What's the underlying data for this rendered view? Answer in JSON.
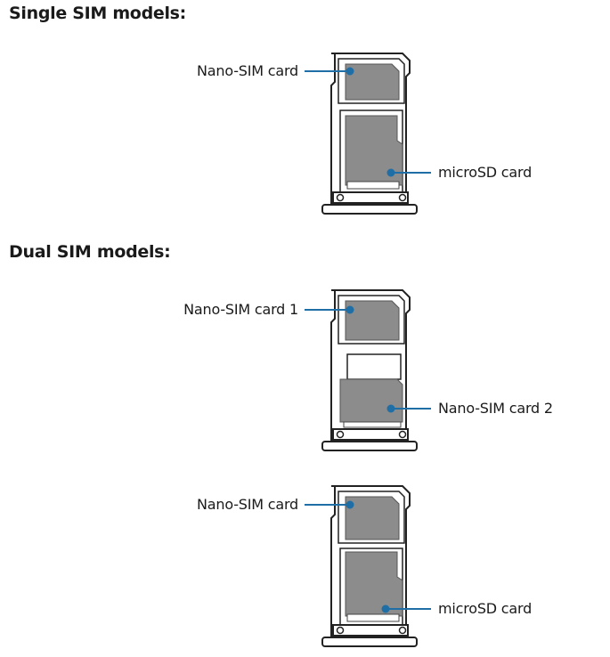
{
  "headings": {
    "single": "Single SIM models:",
    "dual": "Dual SIM models:"
  },
  "single_sim": {
    "top_label": "Nano-SIM card",
    "bottom_label": "microSD card"
  },
  "dual_sim_a": {
    "top_label": "Nano-SIM card 1",
    "bottom_label": "Nano-SIM card 2"
  },
  "dual_sim_b": {
    "top_label": "Nano-SIM card",
    "bottom_label": "microSD card"
  },
  "colors": {
    "callout": "#1f6fa6",
    "tray_outline": "#222222",
    "card_fill": "#8c8c8c",
    "tray_fill": "#ffffff"
  }
}
